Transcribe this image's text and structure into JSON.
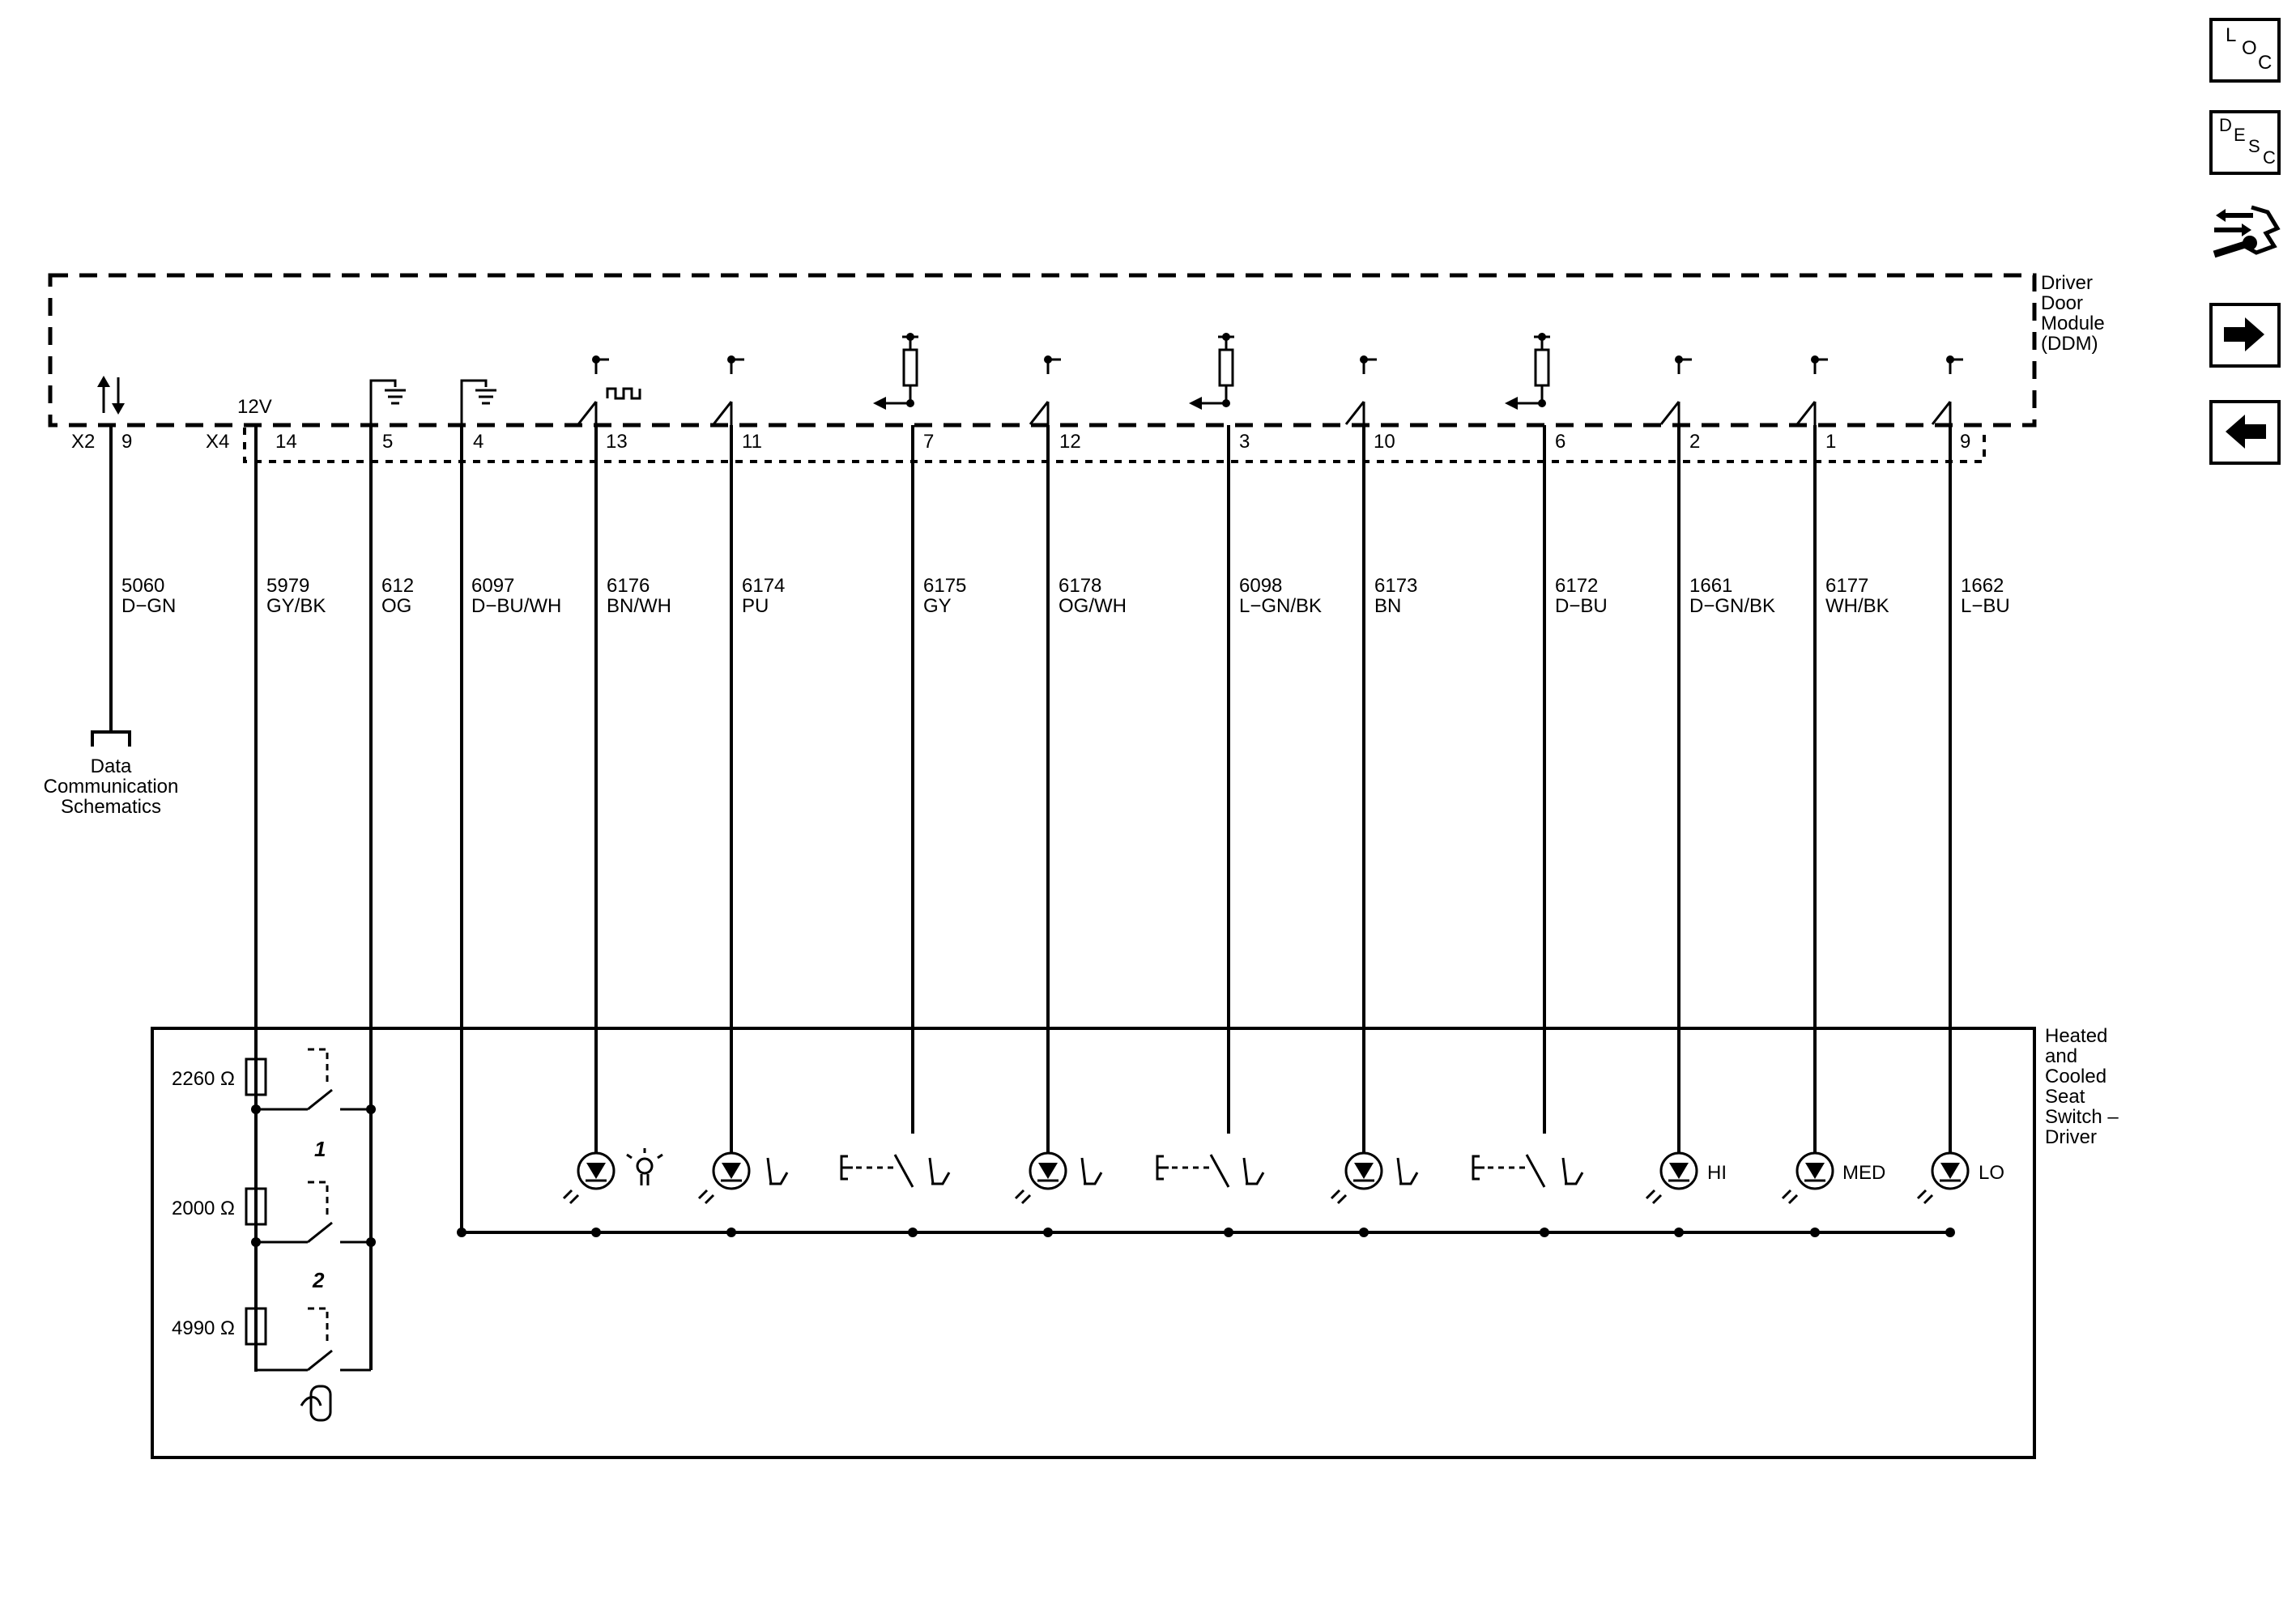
{
  "module": {
    "title_lines": [
      "Driver",
      "Door",
      "Module",
      "(DDM)"
    ],
    "vref_label": "12V",
    "connectors": [
      {
        "name": "X2",
        "pin": "9"
      },
      {
        "name": "X4",
        "pin": "14"
      }
    ]
  },
  "switch_assembly": {
    "title_lines": [
      "Heated",
      "and",
      "Cooled",
      "Seat",
      "Switch –",
      "Driver"
    ],
    "resistors": [
      "2260 Ω",
      "2000 Ω",
      "4990 Ω"
    ],
    "position_labels": [
      "1",
      "2"
    ],
    "indicator_labels": [
      "HI",
      "MED",
      "LO"
    ]
  },
  "data_link": {
    "circuit": "5060",
    "color": "D−GN",
    "destination_lines": [
      "Data",
      "Communication",
      "Schematics"
    ]
  },
  "circuits": [
    {
      "pin": "14",
      "circuit": "5979",
      "color": "GY/BK"
    },
    {
      "pin": "5",
      "circuit": "612",
      "color": "OG"
    },
    {
      "pin": "4",
      "circuit": "6097",
      "color": "D−BU/WH"
    },
    {
      "pin": "13",
      "circuit": "6176",
      "color": "BN/WH"
    },
    {
      "pin": "11",
      "circuit": "6174",
      "color": "PU"
    },
    {
      "pin": "7",
      "circuit": "6175",
      "color": "GY"
    },
    {
      "pin": "12",
      "circuit": "6178",
      "color": "OG/WH"
    },
    {
      "pin": "3",
      "circuit": "6098",
      "color": "L−GN/BK"
    },
    {
      "pin": "10",
      "circuit": "6173",
      "color": "BN"
    },
    {
      "pin": "6",
      "circuit": "6172",
      "color": "D−BU"
    },
    {
      "pin": "2",
      "circuit": "1661",
      "color": "D−GN/BK"
    },
    {
      "pin": "1",
      "circuit": "6177",
      "color": "WH/BK"
    },
    {
      "pin": "9",
      "circuit": "1662",
      "color": "L−BU"
    }
  ],
  "nav": {
    "loc": [
      "L",
      "O",
      "C"
    ],
    "desc": [
      "D",
      "E",
      "S",
      "C"
    ],
    "icons": [
      "component-view-icon",
      "next-page-icon",
      "previous-page-icon"
    ]
  }
}
